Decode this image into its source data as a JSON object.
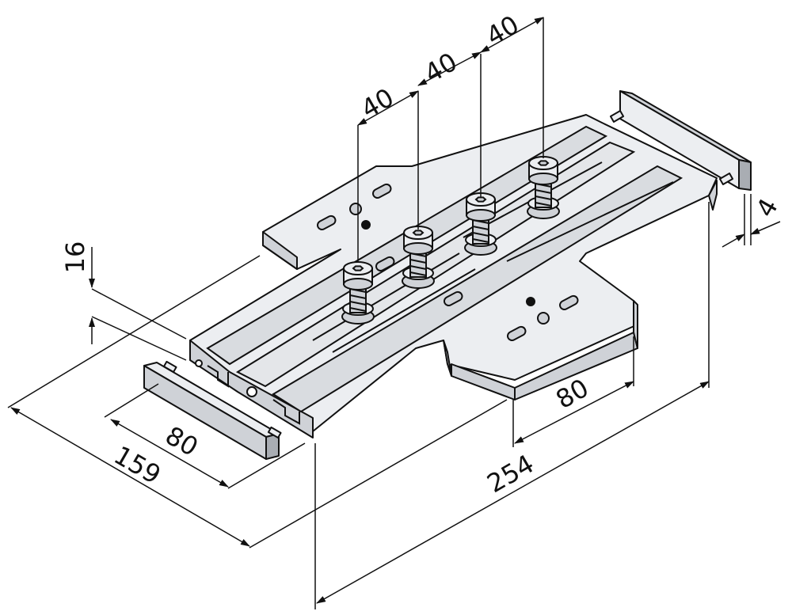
{
  "colors": {
    "line": "#111111",
    "part_top": "#eceef1",
    "part_side": "#cfd2d7",
    "part_dark": "#a9adb3",
    "background": "#ffffff"
  },
  "dimensions": {
    "hole_spacing_1": "40",
    "hole_spacing_2": "40",
    "hole_spacing_3": "40",
    "height": "16",
    "cap_thickness": "4",
    "cap_length": "80",
    "width": "159",
    "arm_width": "80",
    "length": "254"
  }
}
